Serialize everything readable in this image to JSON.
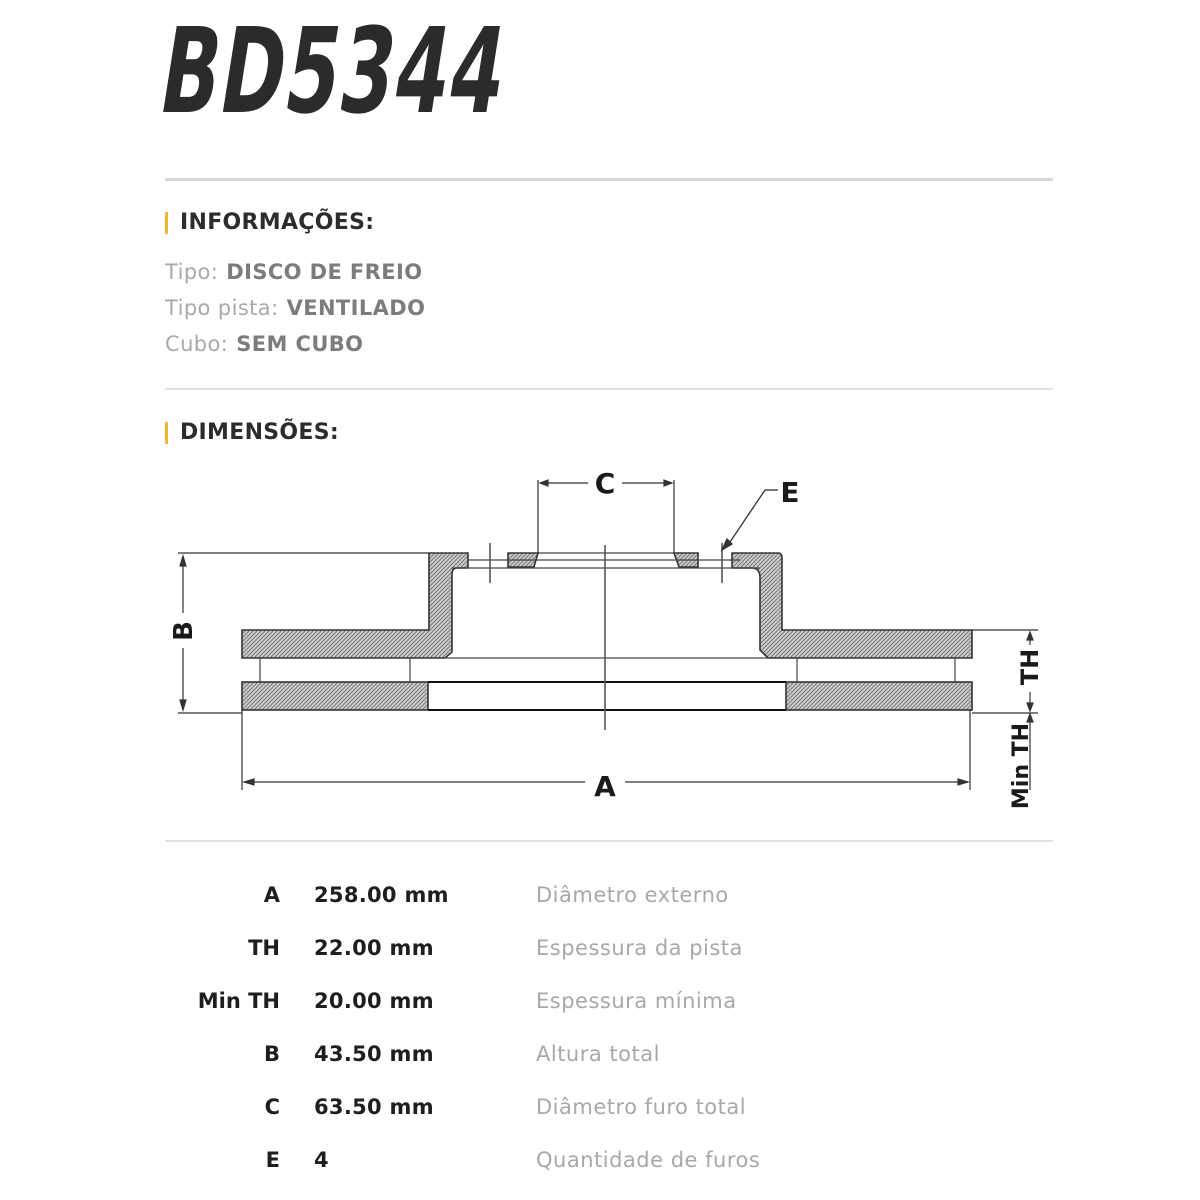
{
  "product": {
    "code": "BD5344"
  },
  "informacoes": {
    "heading": "INFORMAÇÕES:",
    "rows": [
      {
        "label": "Tipo:",
        "value": "DISCO DE FREIO"
      },
      {
        "label": "Tipo pista:",
        "value": "VENTILADO"
      },
      {
        "label": "Cubo:",
        "value": "SEM CUBO"
      }
    ]
  },
  "dimensoes": {
    "heading": "DIMENSÕES:",
    "drawing_labels": {
      "a": "A",
      "b": "B",
      "c": "C",
      "e": "E",
      "th": "TH",
      "min_th": "Min TH"
    },
    "rows": [
      {
        "key": "A",
        "value": "258.00 mm",
        "description": "Diâmetro externo"
      },
      {
        "key": "TH",
        "value": "22.00 mm",
        "description": "Espessura da pista"
      },
      {
        "key": "Min TH",
        "value": "20.00 mm",
        "description": "Espessura mínima"
      },
      {
        "key": "B",
        "value": "43.50 mm",
        "description": "Altura total"
      },
      {
        "key": "C",
        "value": "63.50 mm",
        "description": "Diâmetro furo total"
      },
      {
        "key": "E",
        "value": "4",
        "description": "Quantidade de furos"
      }
    ]
  },
  "colors": {
    "accent": "#f0b531",
    "title": "#2b2b2b",
    "label_gray": "#a9a9a9",
    "value_gray": "#7c7c7c"
  }
}
